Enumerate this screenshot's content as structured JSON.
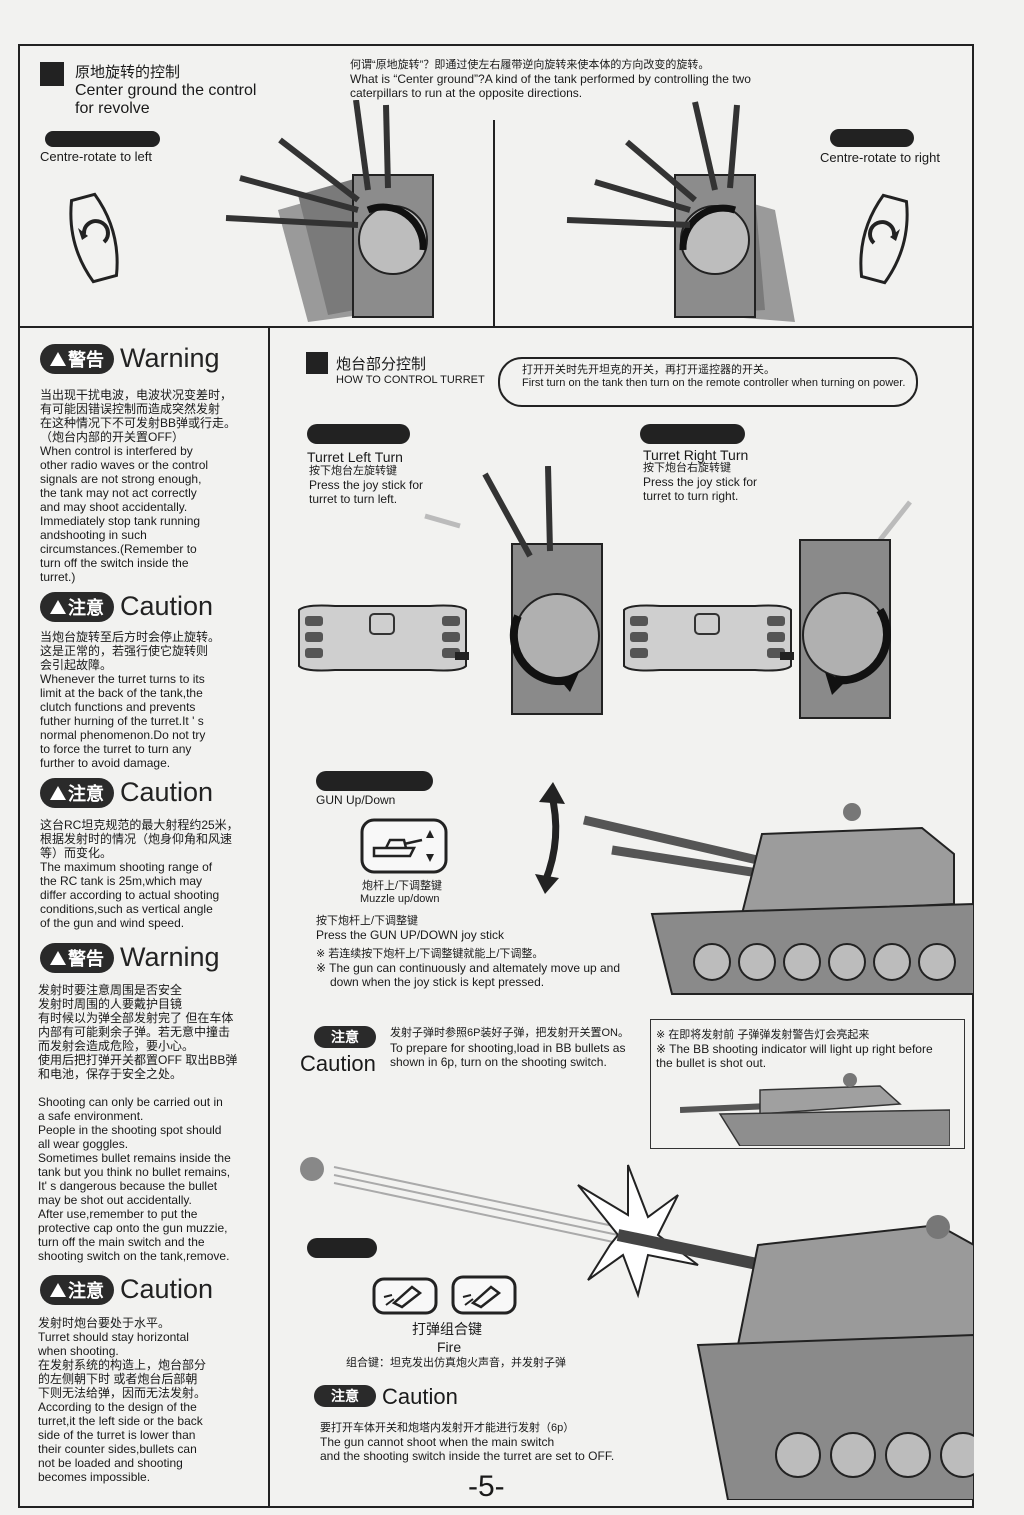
{
  "center": {
    "heading_zh": "原地旋转的控制",
    "heading_en_1": "Center ground the control",
    "heading_en_2": "for revolve",
    "desc_zh": "何谓“原地旋转”？即通过使左右履带逆向旋转来使本体的方向改变的旋转。",
    "desc_en_1": "What is “Center ground”?A kind of the tank performed by controlling the two",
    "desc_en_2": "caterpillars to run at the opposite directions.",
    "left_label": "Centre-rotate to left",
    "right_label": "Centre-rotate to right"
  },
  "sidebar": {
    "badge_zh_warning": "警告",
    "badge_zh_caution": "注意",
    "warning_word": "Warning",
    "caution_word": "Caution",
    "w1_text": "当出现干扰电波，电波状况变差时，\n有可能因错误控制而造成突然发射\n在这种情况下不可发射BB弹或行走。\n（炮台内部的开关置OFF）\nWhen control is interfered by\nother radio waves or the control\nsignals are not strong enough,\nthe tank may not act correctly\nand may shoot accidentally.\nImmediately stop tank running\nandshooting in such\ncircumstances.(Remember to\nturn off the switch inside the\n turret.)",
    "c1_text": "当炮台旋转至后方时会停止旋转。\n这是正常的，若强行使它旋转则\n会引起故障。\nWhenever the turret turns to its\nlimit at the back of the tank,the\nclutch functions and prevents\nfuther hurning of the turret.It ' s\nnormal phenomenon.Do not try\nto force the turret to turn any\nfurther to avoid damage.",
    "c2_text": "这台RC坦克规范的最大射程约25米，\n根据发射时的情况（炮身仰角和风速\n等）而变化。\nThe maximum shooting range of\nthe RC tank is 25m,which may\ndiffer according to actual shooting\nconditions,such as vertical angle\nof the gun and wind speed.",
    "w2_text": "发射时要注意周围是否安全\n发射时周围的人要戴护目镜\n有时候以为弹全部发射完了 但在车体\n内部有可能剩余子弹。若无意中撞击\n而发射会造成危险，要小心。\n使用后把打弹开关都置OFF 取出BB弹\n和电池，保存于安全之处。",
    "w2_en": "Shooting can only be carried out in\na safe environment.\nPeople in the shooting spot should\nall wear goggles.\nSometimes bullet remains inside the\ntank but you think no bullet remains,\nIt' s dangerous because the bullet\nmay be shot out accidentally.\nAfter use,remember to put the\nprotective cap onto the gun muzzie,\nturn off the main switch and the\nshooting switch on the tank,remove.",
    "c3_text": "发射时炮台要处于水平。\nTurret should stay horizontal\nwhen shooting.\n在发射系统的构造上，炮台部分\n的左侧朝下时 或者炮台后部朝\n下则无法给弹，因而无法发射。\nAccording to the design of the\nturret,it the left side or the back\nside of the turret is lower than\ntheir counter sides,bullets can\nnot be loaded and shooting\nbecomes impossible."
  },
  "turret": {
    "heading_zh": "炮台部分控制",
    "heading_en": "HOW TO CONTROL TURRET",
    "note_zh": "打开开关时先开坦克的开关，再打开遥控器的开关。",
    "note_en": "First turn on the tank then turn on the remote controller when turning on power.",
    "left_title": "Turret Left Turn",
    "left_zh": "按下炮台左旋转键",
    "left_en_1": "Press the joy stick for",
    "left_en_2": "turret to turn left.",
    "right_title": "Turret Right Turn",
    "right_zh": "按下炮台右旋转键",
    "right_en_1": "Press the joy stick for",
    "right_en_2": "turret to turn right."
  },
  "gun": {
    "label": "GUN Up/Down",
    "icon_zh": "炮杆上/下调整键",
    "icon_en": "Muzzle up/down",
    "press_zh": "按下炮杆上/下调整键",
    "press_en": "Press the GUN UP/DOWN joy stick",
    "note_zh": "※ 若连续按下炮杆上/下调整键就能上/下调整。",
    "note_en_1": "※ The gun can continuously and altemately move up and",
    "note_en_2": "down when the joy stick is kept pressed."
  },
  "shoot": {
    "caution_zh": "注意",
    "caution_word": "Caution",
    "zh": "发射子弹时参照6P装好子弹，把发射开关置ON。",
    "en_1": "To prepare for shooting,load in BB bullets as",
    "en_2": "shown in 6p, turn on the shooting switch.",
    "box_zh": "※ 在即将发射前  子弹弹发射警告灯会亮起来",
    "box_en_1": "※ The BB shooting indicator will light up right before",
    "box_en_2": "the bullet is shot out."
  },
  "fire": {
    "key_zh": "打弹组合键",
    "key_en": "Fire",
    "combo_zh": "组合键：坦克发出仿真炮火声音，并发射子弹",
    "caution_zh": "注意",
    "caution_word": "Caution",
    "note_zh": "要打开车体开关和炮塔内发射开才能进行发射（6p）",
    "note_en_1": "The gun cannot shoot when the main switch",
    "note_en_2": "and the shooting switch inside the turret are set to OFF."
  },
  "page_number": "-5-"
}
